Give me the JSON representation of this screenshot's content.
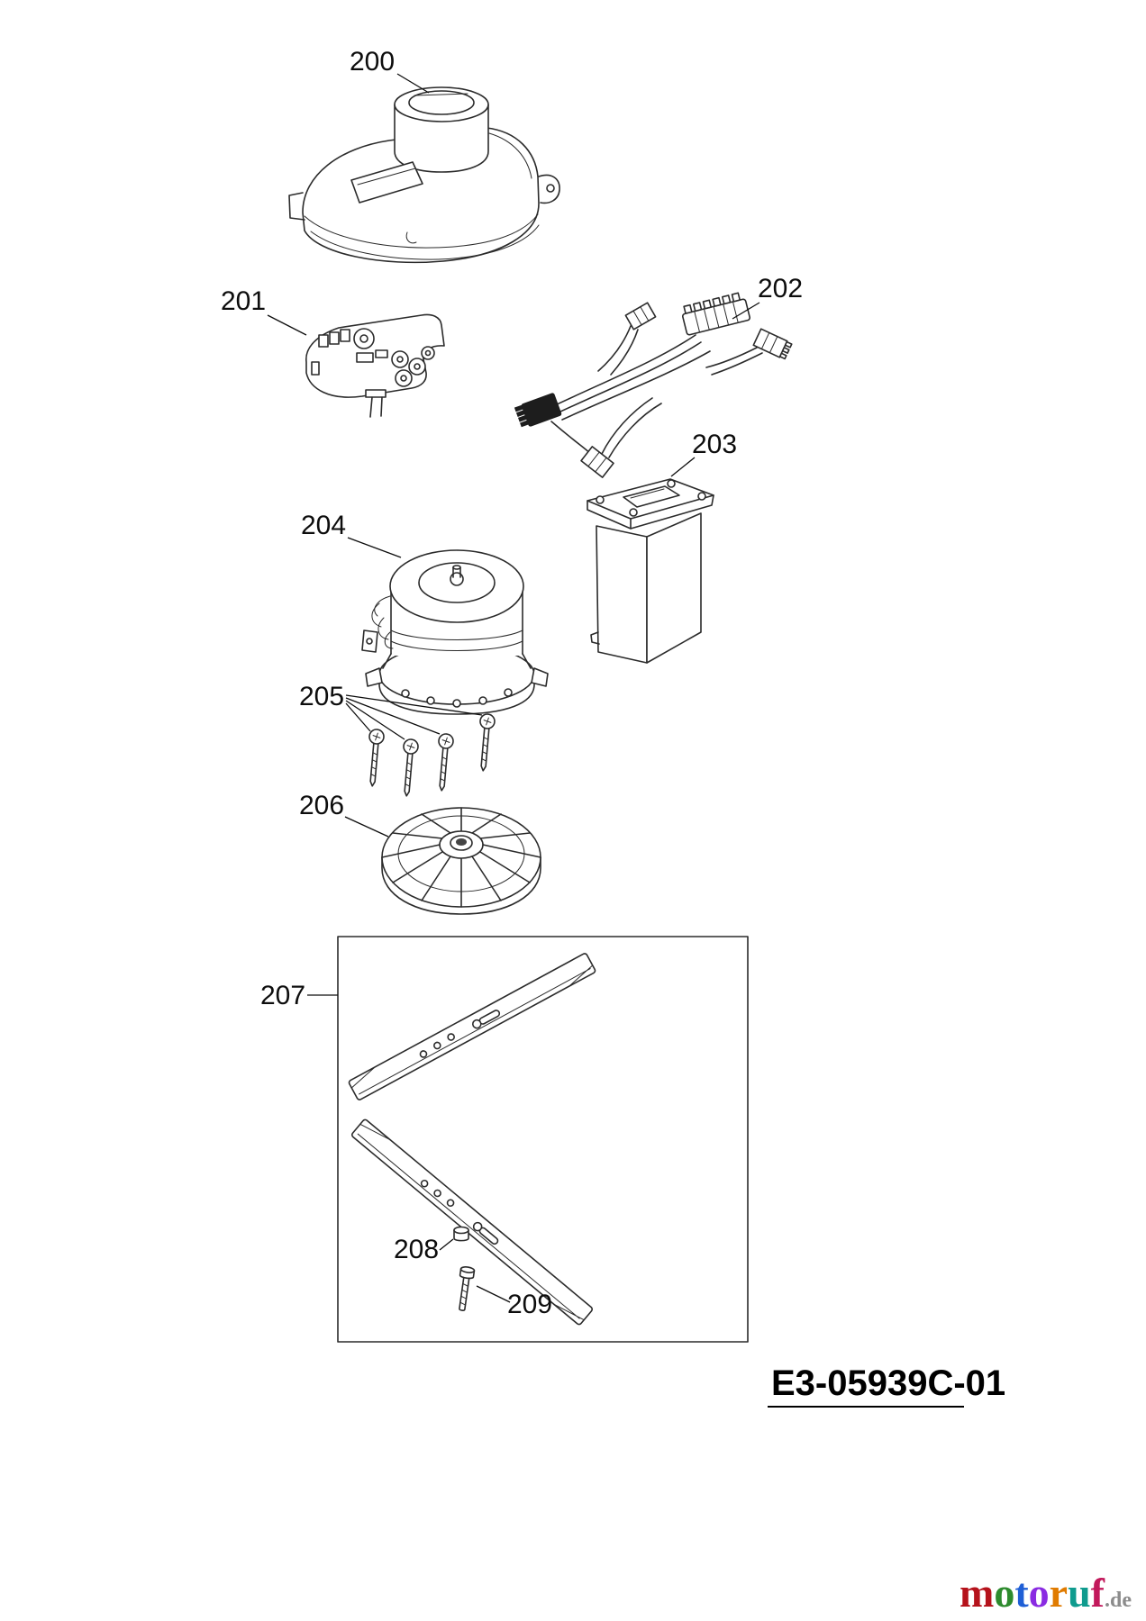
{
  "labels": {
    "l200": "200",
    "l201": "201",
    "l202": "202",
    "l203": "203",
    "l204": "204",
    "l205": "205",
    "l206": "206",
    "l207": "207",
    "l208": "208",
    "l209": "209"
  },
  "footer": {
    "diagram_code": "E3-05939C-01"
  },
  "watermark": {
    "letters": [
      {
        "char": "m",
        "color": "#b5121b"
      },
      {
        "char": "o",
        "color": "#2e8b2e"
      },
      {
        "char": "t",
        "color": "#1f5fd6"
      },
      {
        "char": "o",
        "color": "#8a2be2"
      },
      {
        "char": "r",
        "color": "#e07b00"
      },
      {
        "char": "u",
        "color": "#0f9b8e"
      },
      {
        "char": "f",
        "color": "#c2185b"
      }
    ],
    "suffix": ".de",
    "suffix_color": "#8c8c8c"
  }
}
